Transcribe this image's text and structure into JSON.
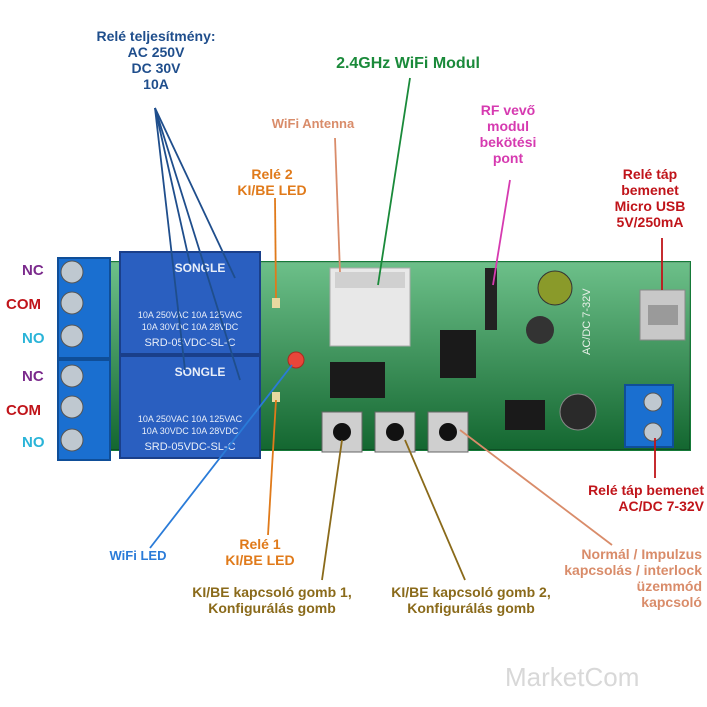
{
  "labels": {
    "relay_power": {
      "l1": "Relé teljesítmény:",
      "l2": "AC 250V",
      "l3": "DC 30V",
      "l4": "10A"
    },
    "wifi_module": "2.4GHz WiFi Modul",
    "wifi_antenna": "WiFi Antenna",
    "relay2_led": {
      "l1": "Relé 2",
      "l2": "KI/BE LED"
    },
    "rf_point": {
      "l1": "RF vevő",
      "l2": "modul",
      "l3": "bekötési",
      "l4": "pont"
    },
    "usb_input": {
      "l1": "Relé táp",
      "l2": "bemenet",
      "l3": "Micro USB",
      "l4": "5V/250mA"
    },
    "dc_input": {
      "l1": "Relé táp bemenet",
      "l2": "AC/DC 7-32V"
    },
    "wifi_led": "WiFi LED",
    "relay1_led": {
      "l1": "Relé 1",
      "l2": "KI/BE LED"
    },
    "button1": {
      "l1": "KI/BE kapcsoló gomb 1,",
      "l2": "Konfigurálás gomb"
    },
    "button2": {
      "l1": "KI/BE kapcsoló gomb 2,",
      "l2": "Konfigurálás gomb"
    },
    "mode_switch": {
      "l1": "Normál / Impulzus",
      "l2": "kapcsolás / interlock",
      "l3": "üzemmód",
      "l4": "kapcsoló"
    }
  },
  "pins": {
    "nc": "NC",
    "com": "COM",
    "no": "NO"
  },
  "relay_text": {
    "brand": "SONGLE",
    "spec1": "10A 250VAC  10A 125VAC",
    "spec2": "10A 30VDC  10A 28VDC",
    "model": "SRD-05VDC-SL-C"
  },
  "board_text": "AC/DC 7-32V",
  "watermark": "MarketCom",
  "colors": {
    "board": "#1e9e4a",
    "terminal": "#1a6fd0",
    "relay": "#2a5fc0"
  }
}
